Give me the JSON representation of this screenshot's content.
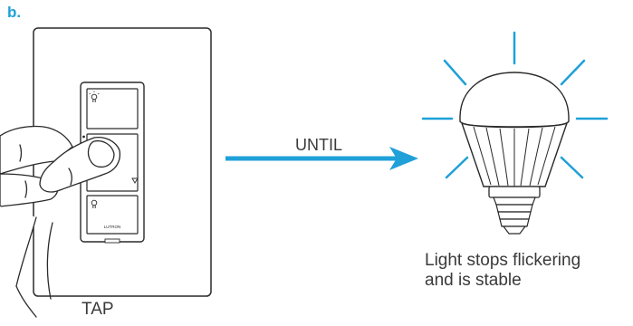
{
  "step_label": "b.",
  "switch": {
    "brand": "LUTRON",
    "caption": "TAP"
  },
  "arrow": {
    "caption": "UNTIL"
  },
  "bulb": {
    "caption_lines": [
      "Light stops flickering",
      "and is stable"
    ]
  },
  "colors": {
    "accent": "#1fa0d8",
    "line": "#2a2a2a",
    "text": "#3a3a3a"
  },
  "icons": [
    "light-bulb-on-icon",
    "light-bulb-off-icon",
    "down-triangle-icon"
  ]
}
